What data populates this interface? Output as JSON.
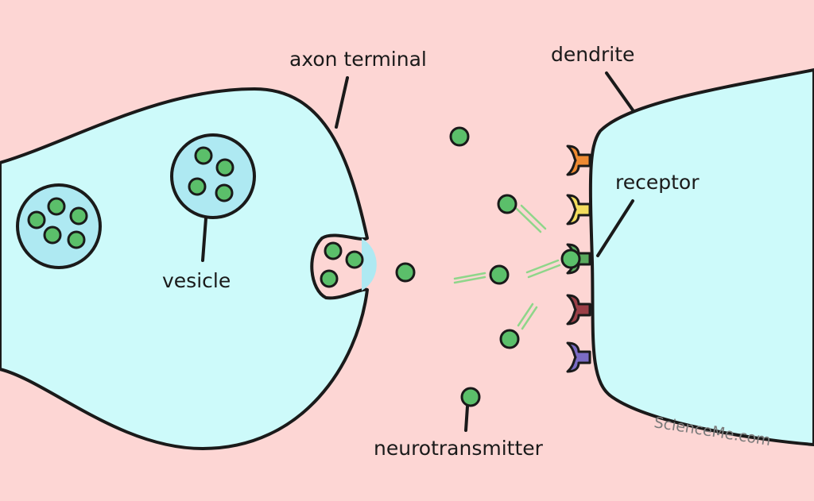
{
  "labels": {
    "axon_terminal": "axon terminal",
    "dendrite": "dendrite",
    "receptor": "receptor",
    "vesicle": "vesicle",
    "neurotransmitter": "neurotransmitter"
  },
  "watermark": "ScienceMe.com",
  "colors": {
    "background": "#fdd6d4",
    "cell_fill": "#cdfafa",
    "vesicle_fill": "#aee9f2",
    "neurotransmitter": "#5bbf6a",
    "outline": "#1a1a1a",
    "receptors": [
      "#ee8a32",
      "#f3dd5e",
      "#5aaa5e",
      "#9b3f47",
      "#7a6bc4"
    ]
  }
}
